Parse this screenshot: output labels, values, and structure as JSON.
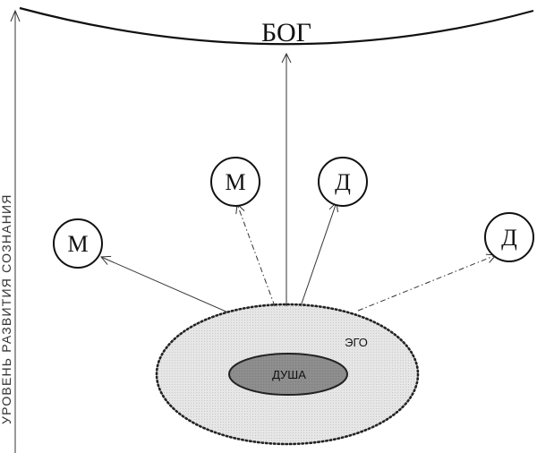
{
  "axis": {
    "label": "УРОВЕНЬ РАЗВИТИЯ СОЗНАНИЯ"
  },
  "god": {
    "label": "БОГ"
  },
  "ego": {
    "label": "ЭГО"
  },
  "soul": {
    "label": "ДУША"
  },
  "nodes": {
    "left_m": "М",
    "center_m": "М",
    "center_d": "Д",
    "right_d": "Д"
  },
  "colors": {
    "ego_fill": "#e3e3e3",
    "soul_fill": "#8c8c8c",
    "line": "#333333"
  }
}
